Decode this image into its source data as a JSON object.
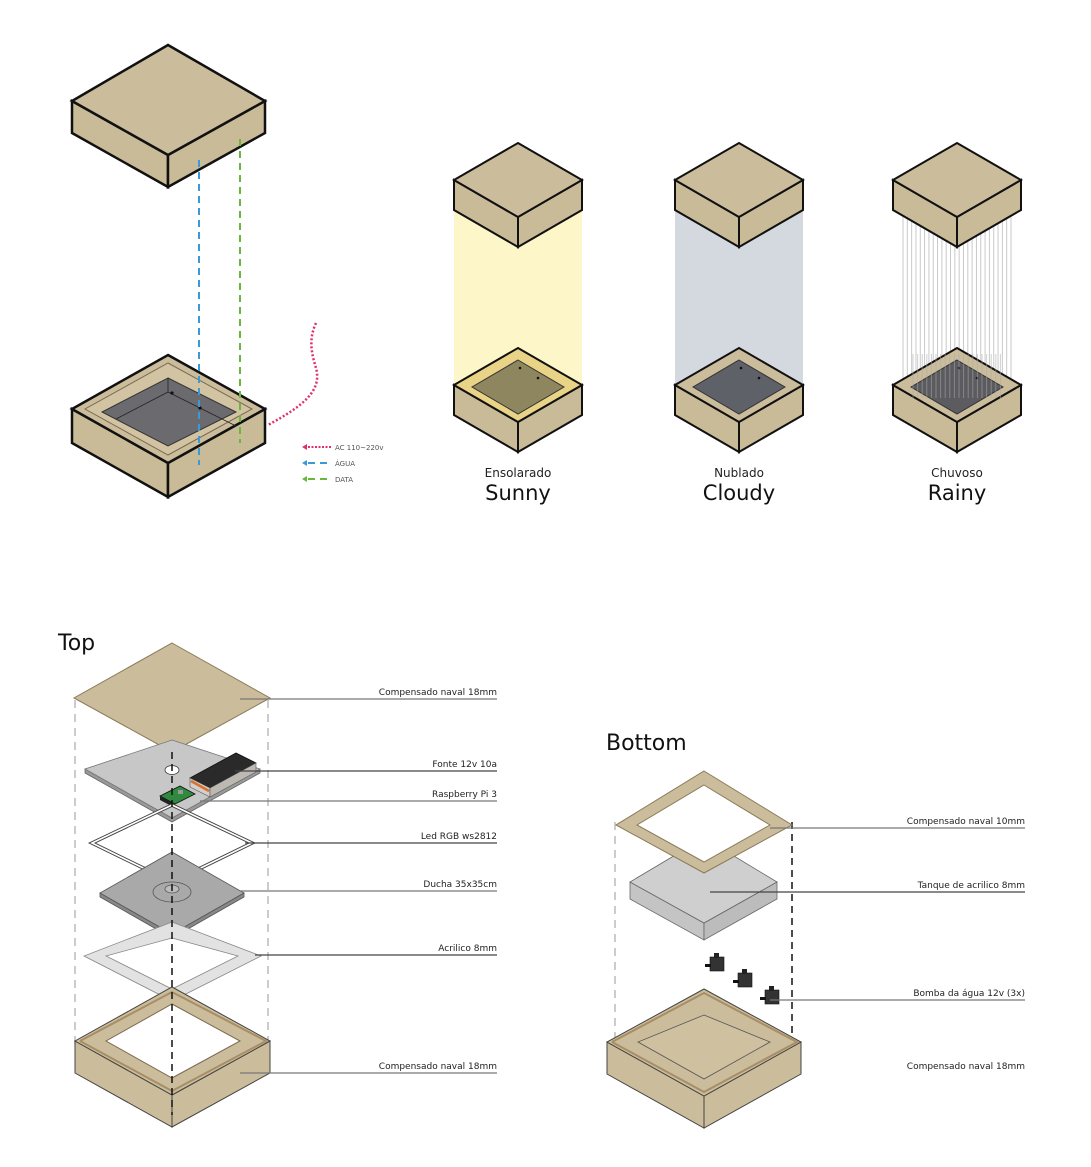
{
  "colors": {
    "wood": "#cbbd9b",
    "wood_side": "#c9bb98",
    "wood_edge": "#a88d66",
    "outline": "#111111",
    "water": "#6b6b6f",
    "sunny_light": "#fdf6c9",
    "cloudy_light": "#d4d9e0",
    "rain_line": "#c9c9c9",
    "ac_line": "#e0316e",
    "water_line": "#3a9ad9",
    "data_line": "#67b83b",
    "acrylic": "#dcdcdc",
    "shower": "#a9a9a9",
    "plate": "#c7c7c7"
  },
  "overview": {
    "legend": [
      {
        "label": "AC 110~220v",
        "style": "dotted",
        "color_key": "ac_line"
      },
      {
        "label": "ÁGUA",
        "style": "dashed",
        "color_key": "water_line"
      },
      {
        "label": "DATA",
        "style": "dashed",
        "color_key": "data_line"
      }
    ]
  },
  "states": [
    {
      "label_pt": "Ensolarado",
      "label_en": "Sunny",
      "effect": "light",
      "light_color_key": "sunny_light"
    },
    {
      "label_pt": "Nublado",
      "label_en": "Cloudy",
      "effect": "light",
      "light_color_key": "cloudy_light"
    },
    {
      "label_pt": "Chuvoso",
      "label_en": "Rainy",
      "effect": "rain"
    }
  ],
  "top_section": {
    "title": "Top",
    "components": [
      {
        "label": "Compensado naval 18mm",
        "icon": "plywood-sheet"
      },
      {
        "label": "Fonte 12v 10a",
        "icon": "power-supply"
      },
      {
        "label": "Raspberry Pi 3",
        "icon": "raspberry-pi-board"
      },
      {
        "label": "Led RGB ws2812",
        "icon": "led-strip-frame"
      },
      {
        "label": "Ducha 35x35cm",
        "icon": "shower-plate"
      },
      {
        "label": "Acrilico 8mm",
        "icon": "acrylic-frame"
      },
      {
        "label": "Compensado naval 18mm",
        "icon": "plywood-frame-box"
      }
    ]
  },
  "bottom_section": {
    "title": "Bottom",
    "components": [
      {
        "label": "Compensado naval 10mm",
        "icon": "plywood-ring"
      },
      {
        "label": "Tanque de acrilico 8mm",
        "icon": "acrylic-tank"
      },
      {
        "label": "Bomba da água 12v (3x)",
        "icon": "water-pump"
      },
      {
        "label": "Compensado naval 18mm",
        "icon": "plywood-box"
      }
    ]
  }
}
